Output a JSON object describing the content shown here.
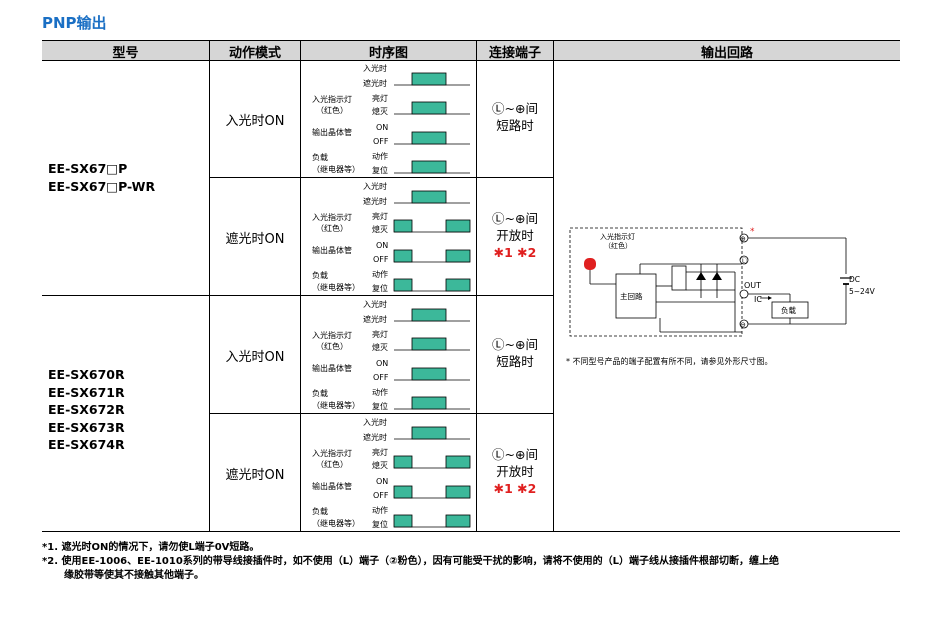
{
  "title": "PNP输出",
  "headers": [
    "型号",
    "动作模式",
    "时序图",
    "连接端子",
    "输出回路"
  ],
  "groups": [
    {
      "models": [
        "EE-SX67□P",
        "EE-SX67□P-WR"
      ]
    },
    {
      "models": [
        "EE-SX670R",
        "EE-SX671R",
        "EE-SX672R",
        "EE-SX673R",
        "EE-SX674R"
      ]
    }
  ],
  "rows": [
    {
      "mode": "入光时ON",
      "term_line1": "Ⓛ~⊕间",
      "term_line2": "短路时",
      "term_note": ""
    },
    {
      "mode": "遮光时ON",
      "term_line1": "Ⓛ~⊕间",
      "term_line2": "开放时",
      "term_note": "✱1 ✱2"
    },
    {
      "mode": "入光时ON",
      "term_line1": "Ⓛ~⊕间",
      "term_line2": "短路时",
      "term_note": ""
    },
    {
      "mode": "遮光时ON",
      "term_line1": "Ⓛ~⊕间",
      "term_line2": "开放时",
      "term_note": "✱1 ✱2"
    }
  ],
  "timing_labels": {
    "light_on": "入光时",
    "light_off": "遮光时",
    "indicator_line1": "入光指示灯",
    "indicator_line2": "（红色）",
    "lit": "亮灯",
    "unlit": "熄灭",
    "transistor": "输出晶体管",
    "on": "ON",
    "off": "OFF",
    "load_line1": "负载",
    "load_line2": "（继电器等）",
    "operate": "动作",
    "reset": "复位"
  },
  "circuit": {
    "indicator_line1": "入光指示灯",
    "indicator_line2": "（红色）",
    "main_circuit": "主回路",
    "out": "OUT",
    "ic": "IC",
    "load": "负载",
    "dc_line1": "DC",
    "dc_line2": "5~24V",
    "star": "*",
    "plus": "⊕",
    "l": "Ⓛ",
    "minus": "⊖",
    "footnote": "* 不同型号产品的端子配置有所不同，请参见外形尺寸图。"
  },
  "notes": [
    {
      "mark": "*1.",
      "text": "遮光时ON的情况下，请勿使L端子0V短路。"
    },
    {
      "mark": "*2.",
      "text": "使用EE-1006、EE-1010系列的带导线接插件时，如不使用（L）端子（②粉色），因有可能受干扰的影响，请将不使用的（L）端子线从接插件根部切断，缠上绝"
    },
    {
      "mark": "",
      "text": "缘胶带等使其不接触其他端子。"
    }
  ],
  "colors": {
    "title": "#1a6fc4",
    "pulse": "#3cb89a",
    "header_bg": "#d6d6d6",
    "note_star": "#e02020",
    "lamp": "#e02020"
  }
}
